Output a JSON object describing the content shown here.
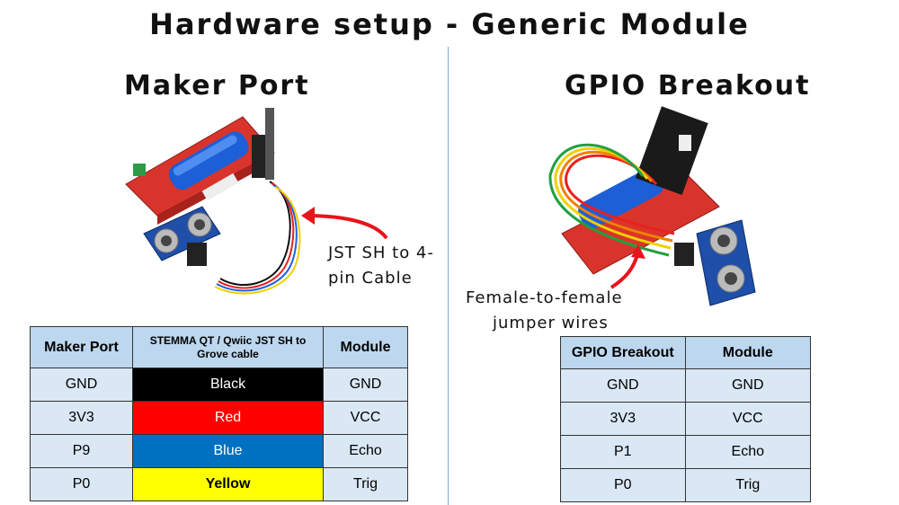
{
  "title": "Hardware setup - Generic Module",
  "left": {
    "heading": "Maker Port",
    "callout_line1": "JST SH to 4-",
    "callout_line2": "pin Cable",
    "table": {
      "headers": [
        "Maker Port",
        "STEMMA QT / Qwiic JST SH to Grove cable",
        "Module"
      ],
      "rows": [
        {
          "port": "GND",
          "wire": "Black",
          "module": "GND",
          "wire_color": "#000000",
          "text_color": "#ffffff"
        },
        {
          "port": "3V3",
          "wire": "Red",
          "module": "VCC",
          "wire_color": "#ff0000",
          "text_color": "#ffffff"
        },
        {
          "port": "P9",
          "wire": "Blue",
          "module": "Echo",
          "wire_color": "#0070c0",
          "text_color": "#ffffff"
        },
        {
          "port": "P0",
          "wire": "Yellow",
          "module": "Trig",
          "wire_color": "#ffff00",
          "text_color": "#000000"
        }
      ]
    }
  },
  "right": {
    "heading": "GPIO Breakout",
    "callout_line1": "Female-to-female",
    "callout_line2": "jumper wires",
    "table": {
      "headers": [
        "GPIO Breakout",
        "Module"
      ],
      "rows": [
        {
          "gpio": "GND",
          "module": "GND"
        },
        {
          "gpio": "3V3",
          "module": "VCC"
        },
        {
          "gpio": "P1",
          "module": "Echo"
        },
        {
          "gpio": "P0",
          "module": "Trig"
        }
      ]
    }
  },
  "colors": {
    "divider": "#7fa7cf",
    "header_fill": "#bdd7ee",
    "cell_fill": "#dae7f5",
    "arrow": "#e8141c",
    "board": "#d9342b",
    "sensor": "#1f4fa8"
  }
}
